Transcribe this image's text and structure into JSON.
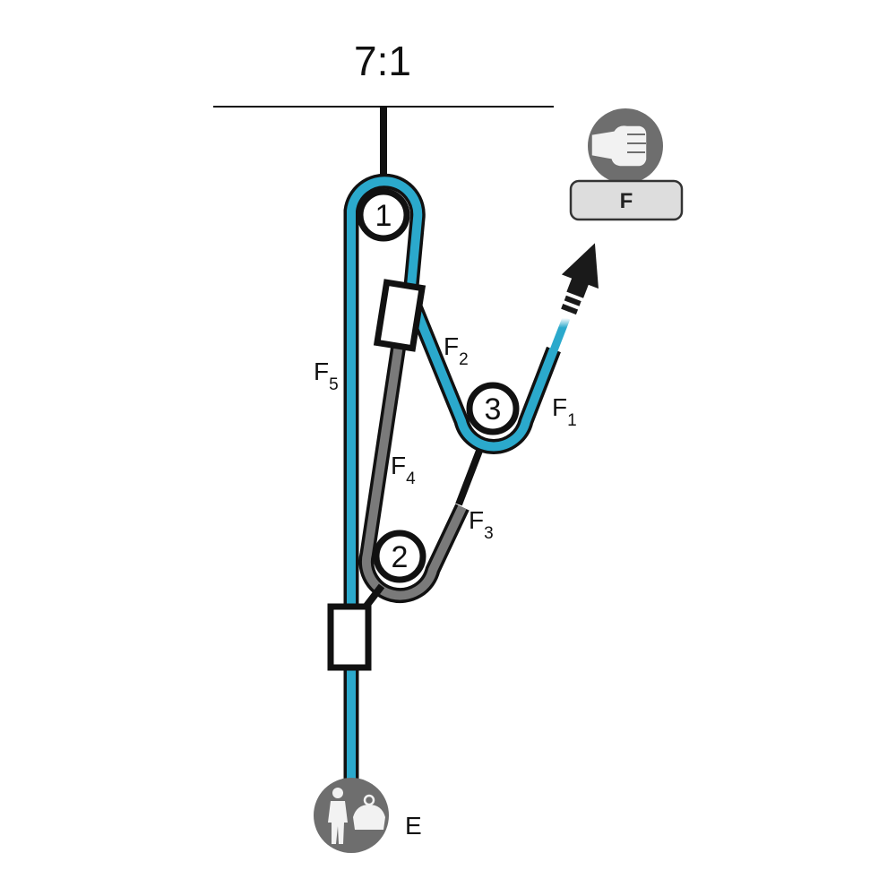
{
  "diagram": {
    "ratio": "7:1",
    "pulleys": [
      "1",
      "2",
      "3"
    ],
    "forces": [
      {
        "base": "F",
        "sub": "1"
      },
      {
        "base": "F",
        "sub": "2"
      },
      {
        "base": "F",
        "sub": "3"
      },
      {
        "base": "F",
        "sub": "4"
      },
      {
        "base": "F",
        "sub": "5"
      }
    ],
    "force_button": "F",
    "load_label": "E",
    "icons": [
      "fist-icon",
      "person-with-bag-icon",
      "arrow-up-right-icon"
    ],
    "colors": {
      "rope_main": "#2ba9cc",
      "rope_secondary": "#7a7a7a",
      "anchor": "#111111",
      "icon_bg": "#6e6e6e",
      "button_bg": "#dddddd"
    }
  }
}
